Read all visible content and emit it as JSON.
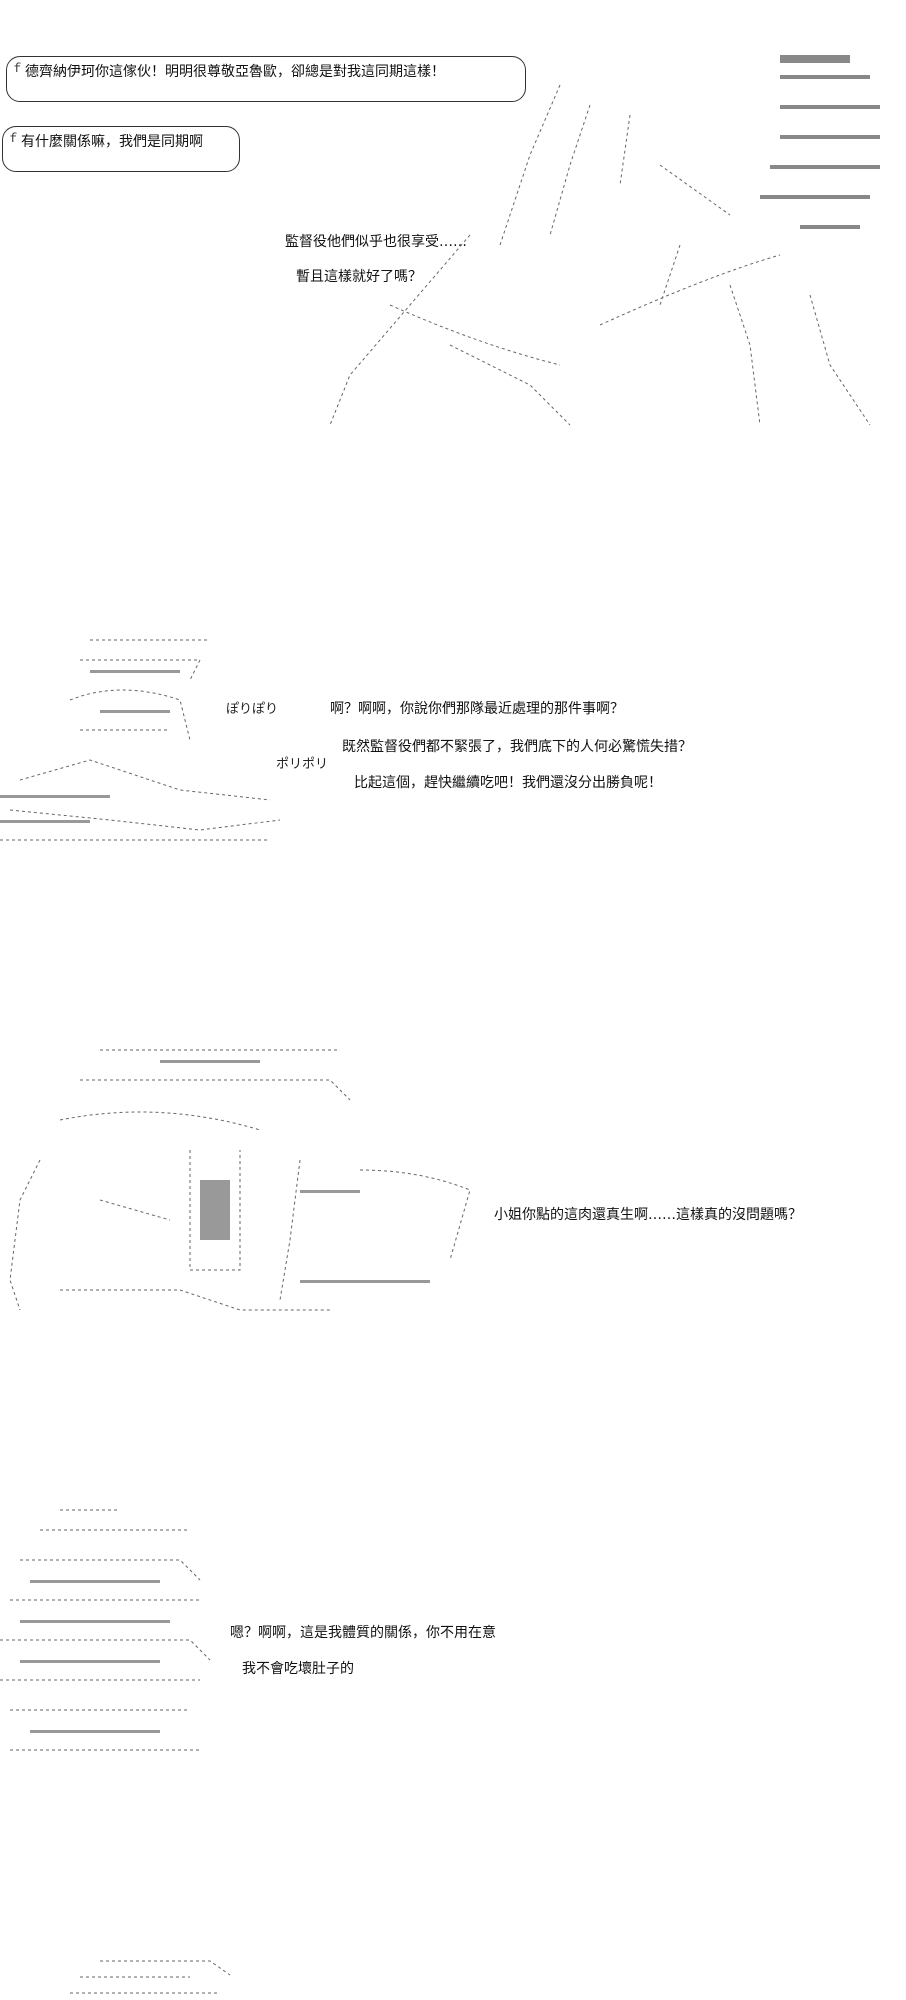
{
  "panels": [
    {
      "bubbles": [
        "德齊納伊珂你這傢伙！明明很尊敬亞魯歐，卻總是對我這同期這樣！",
        "有什麼關係嘛，我們是同期啊"
      ],
      "lines": [
        "監督役他們似乎也很享受……",
        "暫且這樣就好了嗎？"
      ]
    },
    {
      "sfx": [
        "ぽりぽり",
        "ポリポリ"
      ],
      "lines": [
        "啊？啊啊，你說你們那隊最近處理的那件事啊？",
        "既然監督役們都不緊張了，我們底下的人何必驚慌失措？",
        "比起這個，趕快繼續吃吧！我們還沒分出勝負呢！"
      ]
    },
    {
      "lines": [
        "小姐你點的這肉還真生啊……這樣真的沒問題嗎？"
      ]
    },
    {
      "lines": [
        "嗯？啊啊，這是我體質的關係，你不用在意",
        "我不會吃壞肚子的"
      ]
    }
  ]
}
